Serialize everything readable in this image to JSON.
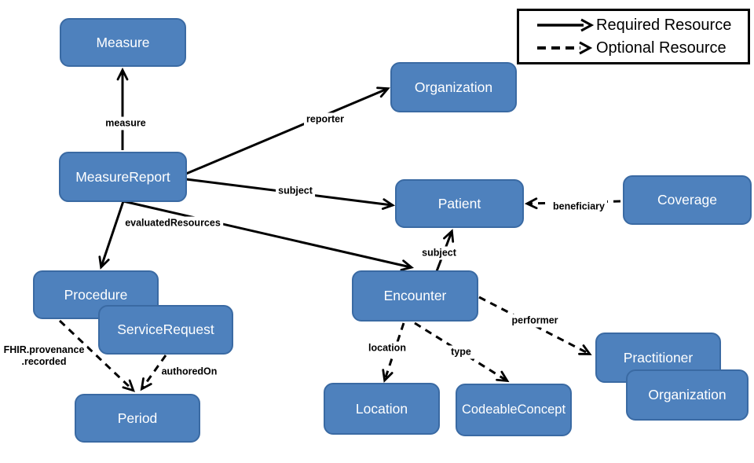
{
  "legend": {
    "required_label": "Required Resource",
    "optional_label": "Optional Resource"
  },
  "colors": {
    "node_fill": "#4e81bd",
    "node_border": "#3a6aa3",
    "node_text": "#ffffff",
    "arrow": "#000000",
    "legend_border": "#000000",
    "background": "#ffffff"
  },
  "nodes": {
    "measure": {
      "label": "Measure"
    },
    "measure_report": {
      "label": "MeasureReport"
    },
    "organization_top": {
      "label": "Organization"
    },
    "patient": {
      "label": "Patient"
    },
    "coverage": {
      "label": "Coverage"
    },
    "procedure": {
      "label": "Procedure"
    },
    "service_request": {
      "label": "ServiceRequest"
    },
    "period": {
      "label": "Period"
    },
    "encounter": {
      "label": "Encounter"
    },
    "location": {
      "label": "Location"
    },
    "codeable_concept": {
      "label": "CodeableConcept"
    },
    "practitioner": {
      "label": "Practitioner"
    },
    "organization_bottom": {
      "label": "Organization"
    }
  },
  "edges": {
    "measure": {
      "label": "measure",
      "from": "MeasureReport",
      "to": "Measure",
      "kind": "required"
    },
    "reporter": {
      "label": "reporter",
      "from": "MeasureReport",
      "to": "Organization",
      "kind": "required"
    },
    "subject_report": {
      "label": "subject",
      "from": "MeasureReport",
      "to": "Patient",
      "kind": "required"
    },
    "evaluated_resources": {
      "label": "evaluatedResources",
      "from": "MeasureReport",
      "to": "Procedure and Encounter",
      "kind": "required"
    },
    "subject_encounter": {
      "label": "subject",
      "from": "Encounter",
      "to": "Patient",
      "kind": "required"
    },
    "beneficiary": {
      "label": "beneficiary",
      "from": "Coverage",
      "to": "Patient",
      "kind": "optional"
    },
    "provenance": {
      "label_line1": "FHIR.provenance",
      "label_line2": ".recorded",
      "from": "Procedure",
      "to": "Period",
      "kind": "optional"
    },
    "authored_on": {
      "label": "authoredOn",
      "from": "ServiceRequest",
      "to": "Period",
      "kind": "optional"
    },
    "location": {
      "label": "location",
      "from": "Encounter",
      "to": "Location",
      "kind": "optional"
    },
    "type": {
      "label": "type",
      "from": "Encounter",
      "to": "CodeableConcept",
      "kind": "optional"
    },
    "performer": {
      "label": "performer",
      "from": "Encounter",
      "to": "Practitioner",
      "kind": "optional"
    }
  }
}
